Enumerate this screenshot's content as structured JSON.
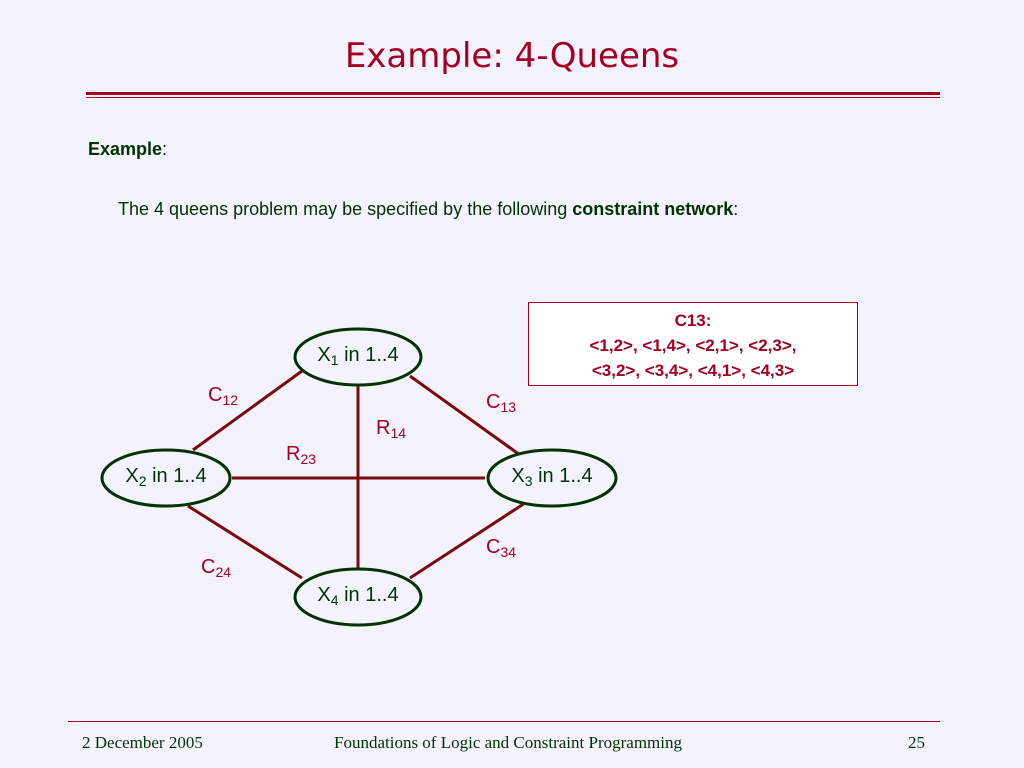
{
  "title": "Example: 4-Queens",
  "example_label": "Example",
  "example_colon": ":",
  "intro": {
    "text": "The 4 queens problem may be specified by the following ",
    "bold": "constraint network",
    "end": ":"
  },
  "constraint_box": {
    "heading": "C13:",
    "line1": "<1,2>, <1,4>, <2,1>, <2,3>,",
    "line2": "<3,2>, <3,4>, <4,1>, <4,3>"
  },
  "nodes": [
    {
      "var": "X",
      "sub": "1",
      "domain": " in 1..4"
    },
    {
      "var": "X",
      "sub": "2",
      "domain": " in 1..4"
    },
    {
      "var": "X",
      "sub": "3",
      "domain": " in 1..4"
    },
    {
      "var": "X",
      "sub": "4",
      "domain": " in 1..4"
    }
  ],
  "edge_labels": [
    {
      "letter": "C",
      "sub": "12"
    },
    {
      "letter": "C",
      "sub": "13"
    },
    {
      "letter": "R",
      "sub": "14"
    },
    {
      "letter": "R",
      "sub": "23"
    },
    {
      "letter": "C",
      "sub": "24"
    },
    {
      "letter": "C",
      "sub": "34"
    }
  ],
  "colors": {
    "edge": "#7b0a0a",
    "node_border": "#003300",
    "accent": "#a50021"
  },
  "footer": {
    "date": "2 December 2005",
    "course": "Foundations of Logic and Constraint Programming",
    "page": "25"
  }
}
